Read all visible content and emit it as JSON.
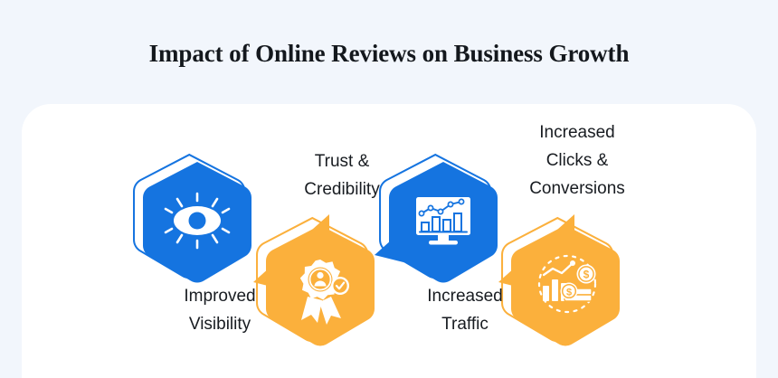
{
  "title": "Impact of Online Reviews on Business Growth",
  "theme": {
    "page_background": "#f2f6fc",
    "card_background": "#ffffff",
    "blue": "#1574e0",
    "orange": "#fbb03c",
    "title_color": "#14181d",
    "label_color": "#181c21"
  },
  "flow": {
    "steps": [
      {
        "id": "improved-visibility",
        "label": "Improved\nVisibility",
        "color": "#1574e0",
        "color_name": "blue",
        "icon": "eye-icon",
        "label_position": "below",
        "order": 1
      },
      {
        "id": "trust-credibility",
        "label": "Trust &\nCredibility",
        "color": "#fbb03c",
        "color_name": "orange",
        "icon": "award-badge-icon",
        "label_position": "above",
        "order": 2
      },
      {
        "id": "increased-traffic",
        "label": "Increased\nTraffic",
        "color": "#1574e0",
        "color_name": "blue",
        "icon": "monitor-chart-icon",
        "label_position": "below",
        "order": 3
      },
      {
        "id": "increased-clicks-conversions",
        "label": "Increased\nClicks &\nConversions",
        "color": "#fbb03c",
        "color_name": "orange",
        "icon": "money-growth-icon",
        "label_position": "above",
        "order": 4
      }
    ],
    "connectors": [
      {
        "id": "connector-1",
        "from": "improved-visibility",
        "to": "trust-credibility",
        "color": "#fbb03c"
      },
      {
        "id": "connector-2",
        "from": "trust-credibility",
        "to": "increased-traffic",
        "color": "#1574e0"
      },
      {
        "id": "connector-3",
        "from": "increased-traffic",
        "to": "increased-clicks-conversions",
        "color": "#fbb03c"
      }
    ]
  }
}
